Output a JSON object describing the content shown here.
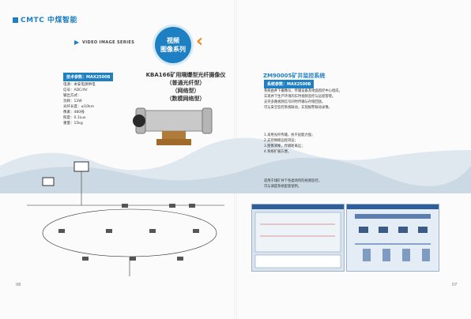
{
  "left_page": {
    "brand": "CMTC 中煤智能",
    "series_label": "VIDEO IMAGE SERIES",
    "badge": [
      "视频",
      "图像系列"
    ],
    "product_title": [
      "KBA166矿用隔爆型光纤摄像仪",
      "（普通光纤型）",
      "（网络型）",
      "（数模网络型）"
    ],
    "tech_box": "技术参数：MAX2500B",
    "spec_lines": [
      "电源：本安电源供电",
      "信号：ADC/AV",
      "输出方式：",
      "功耗：12W",
      "光纤长度：≤10km",
      "像素：480线",
      "照度：0.1Lux",
      "重量：15kg"
    ],
    "page_number": "08"
  },
  "right_page": {
    "system_title": "ZM90005矿井监控系统",
    "system_box": "系统参数：MAX2500B",
    "paragraph_lines": [
      "系统由井下摄像仪、传输设备及地面监控中心组成，",
      "实现井下生产环境的实时视频监控与远程管理。",
      "支持多路视频信号同时传输与存储回放。",
      "可与安全监控系统联动，实现报警联动录像。"
    ],
    "feature_lines": [
      "1.采用光纤传输，抗干扰能力强；",
      "2.支持网络远程浏览；",
      "3.图像清晰，传输距离远；",
      "4.系统扩展方便。"
    ],
    "footer_lines": [
      "适用于煤矿井下各类场所的视频监控，",
      "可与调度系统配套使用。"
    ],
    "page_number": "07"
  },
  "colors": {
    "brand_blue": "#1e7fc2",
    "accent_orange": "#f08a1c"
  }
}
